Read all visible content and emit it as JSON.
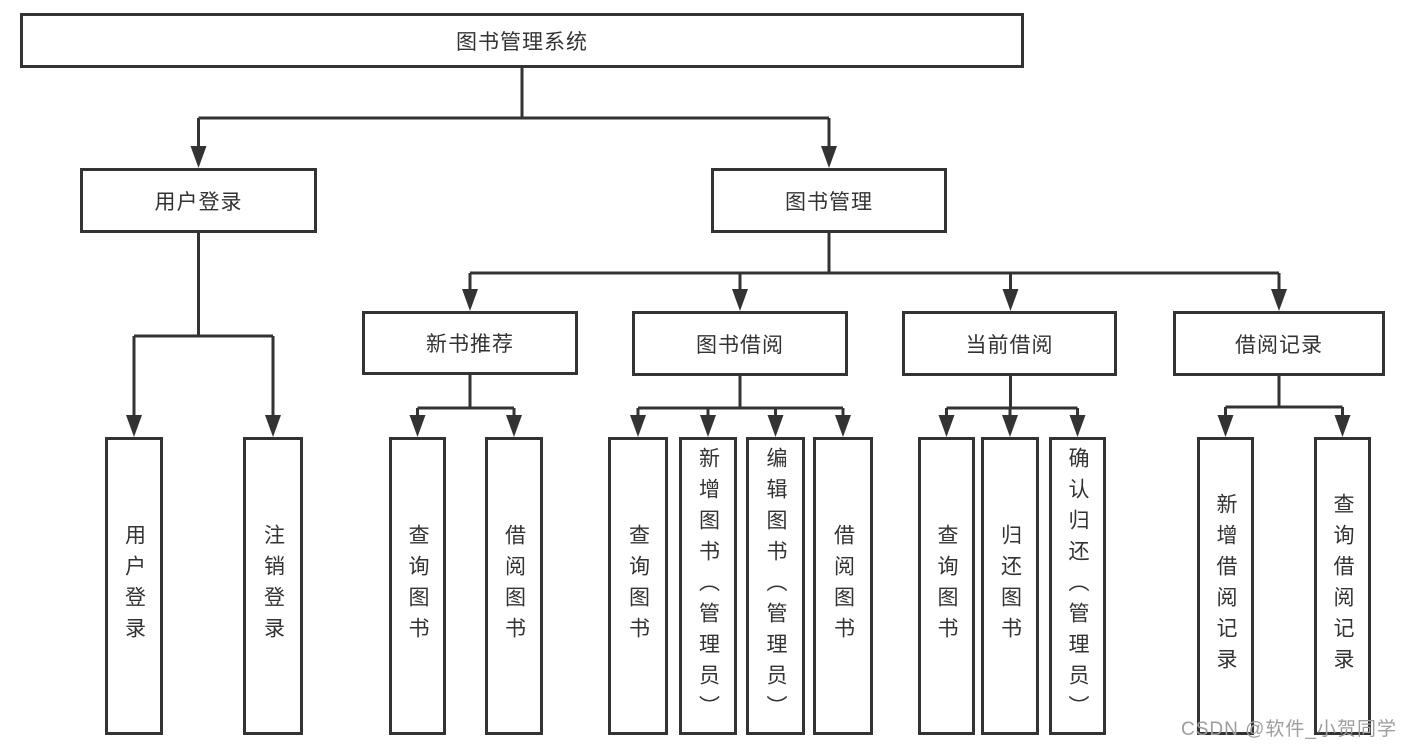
{
  "tree": {
    "root": "图书管理系统",
    "level2": [
      {
        "label": "用户登录",
        "children": [
          "用户登录",
          "注销登录"
        ]
      },
      {
        "label": "图书管理",
        "children": [
          {
            "label": "新书推荐",
            "children": [
              "查询图书",
              "借阅图书"
            ]
          },
          {
            "label": "图书借阅",
            "children": [
              "查询图书",
              "新增图书（管理员）",
              "编辑图书（管理员）",
              "借阅图书"
            ]
          },
          {
            "label": "当前借阅",
            "children": [
              "查询图书",
              "归还图书",
              "确认归还（管理员）"
            ]
          },
          {
            "label": "借阅记录",
            "children": [
              "新增借阅记录",
              "查询借阅记录"
            ]
          }
        ]
      }
    ]
  },
  "watermark": "CSDN @软件_小贺同学",
  "colors": {
    "line": "#333333",
    "text": "#333333",
    "watermark": "#9e9e9e",
    "background": "#ffffff"
  }
}
